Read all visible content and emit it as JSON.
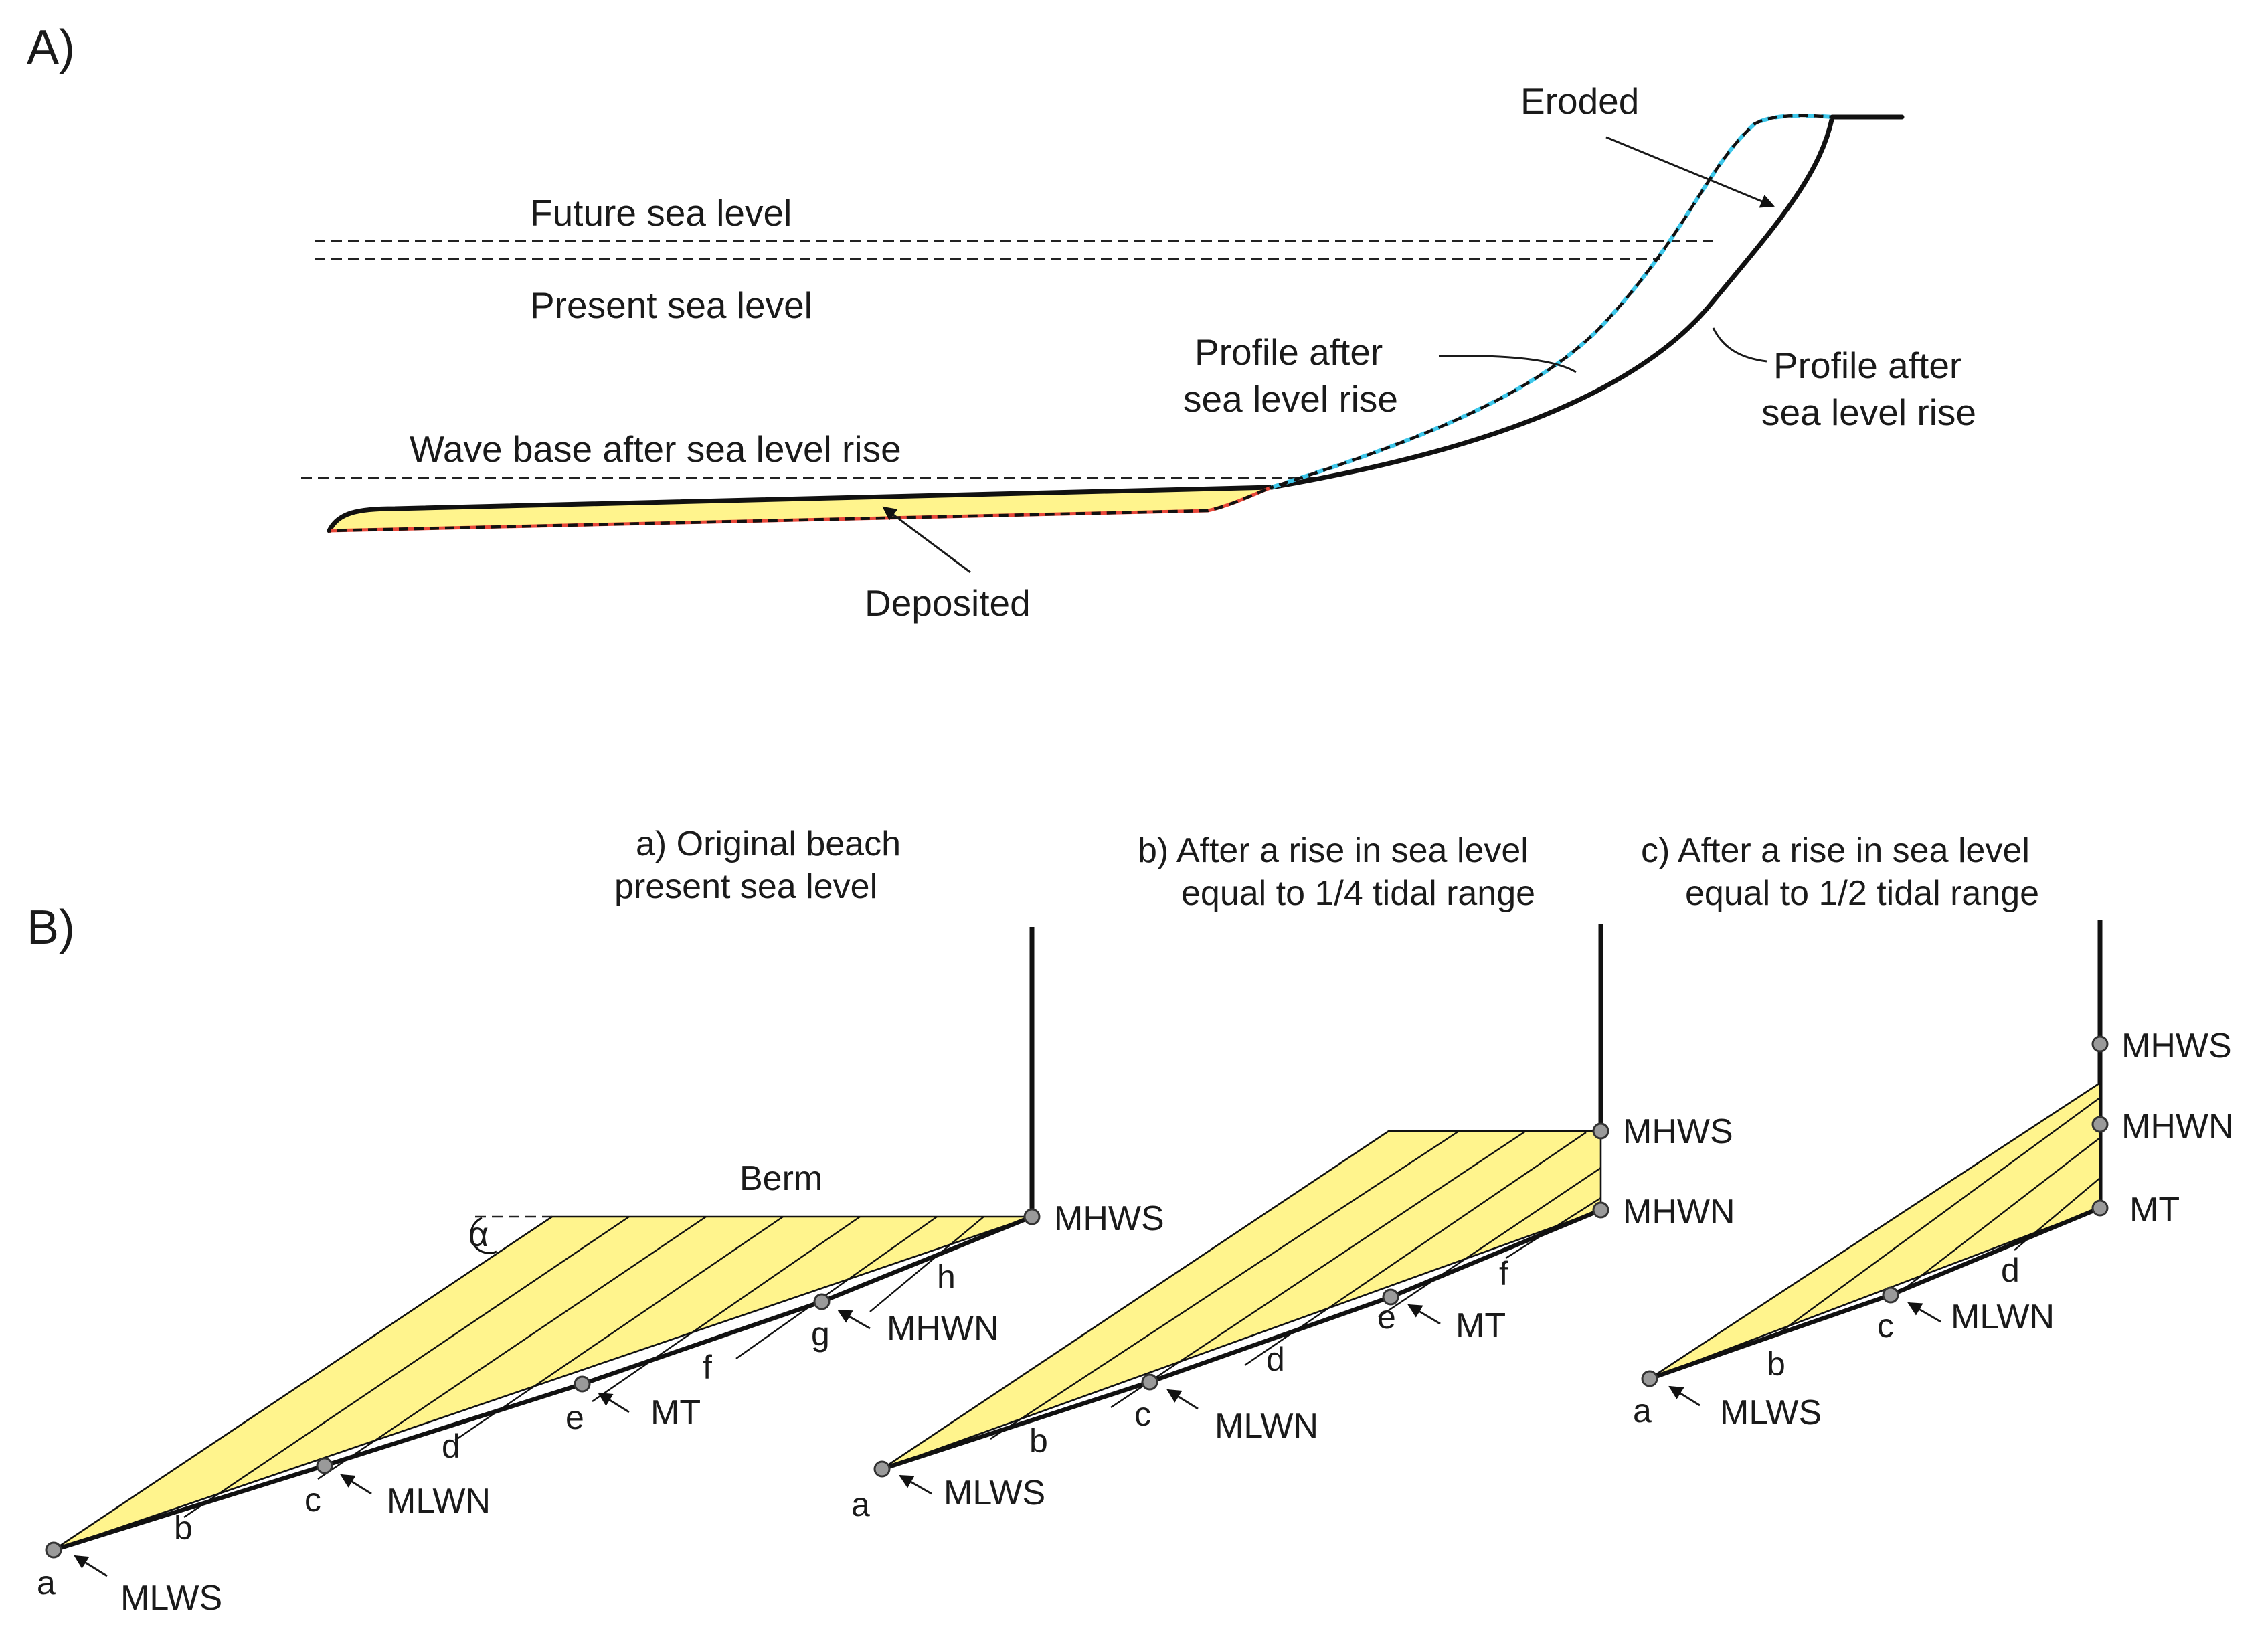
{
  "panel_a": {
    "label": "A)",
    "future_sea_level": "Future sea  level",
    "present_sea_level": "Present sea level",
    "wave_base": "Wave base after sea level rise",
    "eroded": "Eroded",
    "deposited": "Deposited",
    "profile_after_left_1": "Profile after",
    "profile_after_left_2": "sea level rise",
    "profile_after_right_1": "Profile after",
    "profile_after_right_2": "sea level rise",
    "colors": {
      "deposit_fill": "#fff48d",
      "eroded_profile_dash": "#3ec7ea",
      "deposit_edge_dash": "#e8483a"
    }
  },
  "panel_b": {
    "label": "B)",
    "berm": "Berm",
    "angle_symbol": "α",
    "fill_color": "#fff48d",
    "sub_a": {
      "title_1": "a) Original beach",
      "title_2": "present sea level",
      "letters": [
        "a",
        "b",
        "c",
        "d",
        "e",
        "f",
        "g",
        "h"
      ],
      "levels": [
        "MLWS",
        "MLWN",
        "MT",
        "MHWN",
        "MHWS"
      ]
    },
    "sub_b": {
      "title_1": "b) After a rise in sea level",
      "title_2": "equal to 1/4 tidal range",
      "letters": [
        "a",
        "b",
        "c",
        "d",
        "e",
        "f"
      ],
      "levels": [
        "MLWS",
        "MLWN",
        "MT",
        "MHWN",
        "MHWS"
      ]
    },
    "sub_c": {
      "title_1": "c) After a rise in sea level",
      "title_2": "equal to 1/2 tidal range",
      "letters": [
        "a",
        "b",
        "c",
        "d"
      ],
      "levels": [
        "MLWS",
        "MLWN",
        "MT",
        "MHWN",
        "MHWS"
      ]
    }
  }
}
